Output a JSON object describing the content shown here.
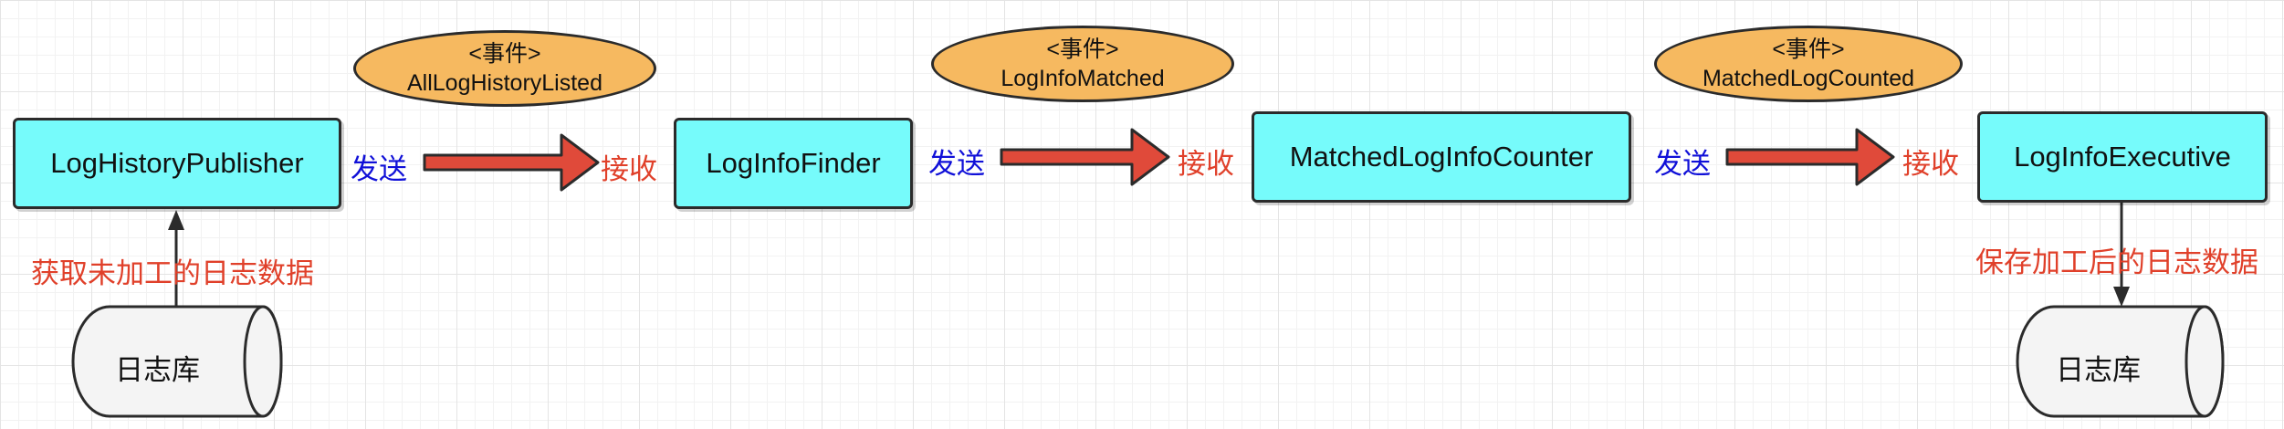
{
  "colors": {
    "node_fill": "#76fbfb",
    "event_fill": "#f6b960",
    "arrow_fill": "#e04a3a",
    "send_text": "#1010d8",
    "receive_text": "#e0402a",
    "db_fill": "#f4f4f4",
    "outline": "#2b2b2b"
  },
  "nodes": [
    {
      "id": "publisher",
      "label": "LogHistoryPublisher"
    },
    {
      "id": "finder",
      "label": "LogInfoFinder"
    },
    {
      "id": "counter",
      "label": "MatchedLogInfoCounter"
    },
    {
      "id": "executive",
      "label": "LogInfoExecutive"
    }
  ],
  "events": [
    {
      "tag": "<事件>",
      "name": "AllLogHistoryListed"
    },
    {
      "tag": "<事件>",
      "name": "LogInfoMatched"
    },
    {
      "tag": "<事件>",
      "name": "MatchedLogCounted"
    }
  ],
  "links": [
    {
      "send": "发送",
      "receive": "接收"
    },
    {
      "send": "发送",
      "receive": "接收"
    },
    {
      "send": "发送",
      "receive": "接收"
    }
  ],
  "databases": [
    {
      "label": "日志库",
      "note": "获取未加工的日志数据"
    },
    {
      "label": "日志库",
      "note": "保存加工后的日志数据"
    }
  ]
}
